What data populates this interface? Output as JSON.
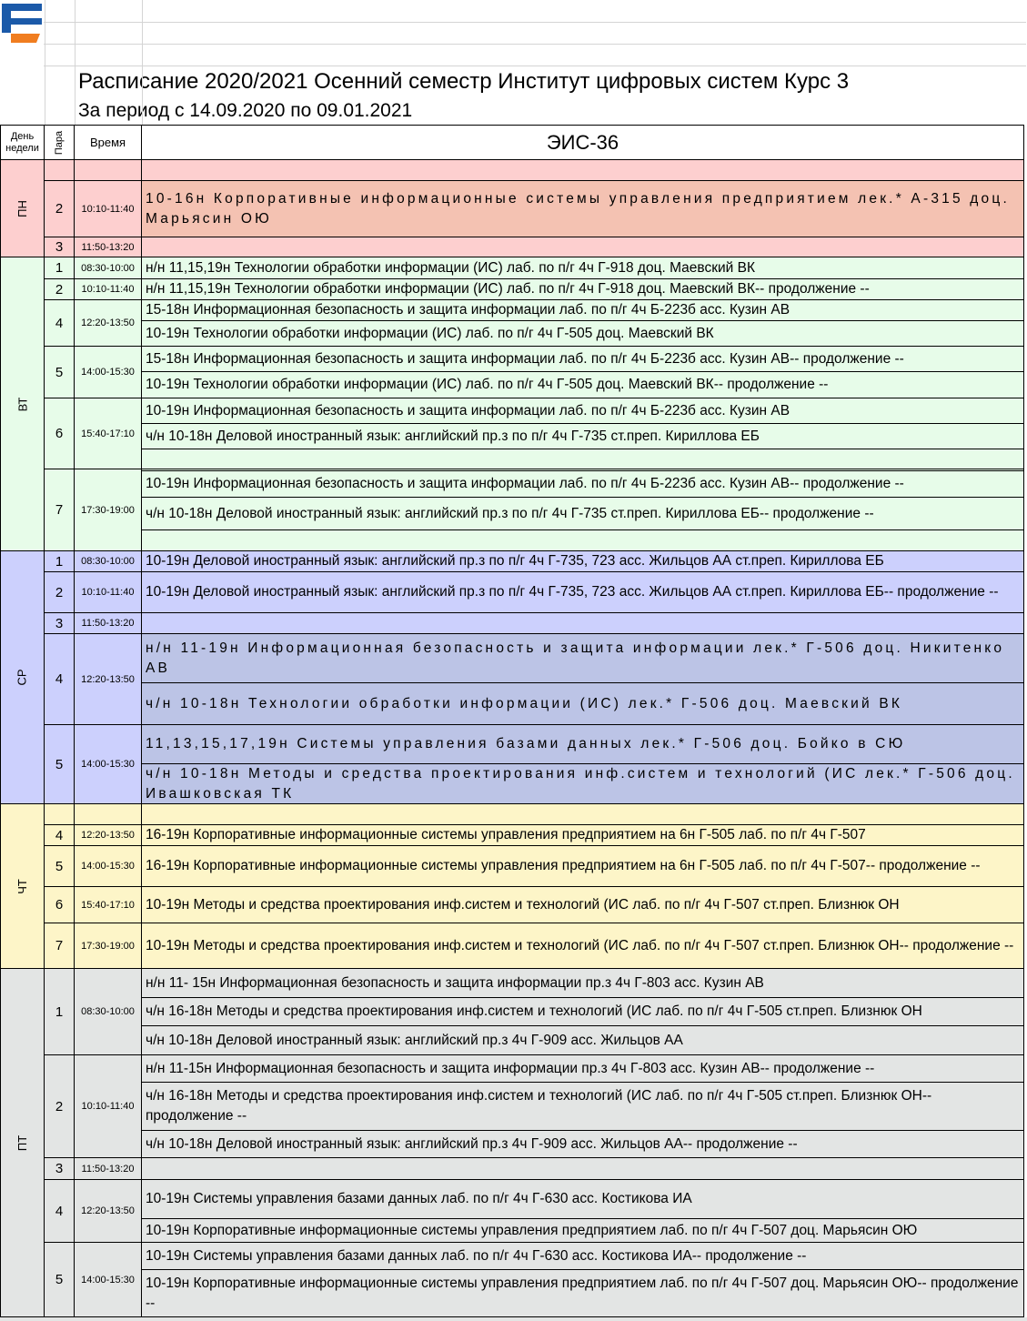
{
  "title": "Расписание 2020/2021 Осенний семестр Институт цифровых систем Курс 3",
  "subtitle": "За период с 14.09.2020 по 09.01.2021",
  "header": {
    "day_label": "День недели",
    "para_label": "Пара",
    "time_label": "Время",
    "group": "ЭИС-36"
  },
  "colors": {
    "mon": "#fdcfcf",
    "mon_lecture": "#f4c2b2",
    "tue": "#e7fce9",
    "wed": "#ccd0fd",
    "wed_lecture": "#bcc4e6",
    "thu": "#fdf5c8",
    "fri": "#e3e5e4",
    "logo_blue": "#1b5aa9",
    "logo_orange": "#f07d20"
  },
  "days": [
    {
      "day": "ПН",
      "slots": [
        {
          "num": "",
          "time": "",
          "entries": [
            ""
          ]
        },
        {
          "num": "2",
          "time": "10:10-11:40",
          "entries": [
            "10-16н Корпоративные информационные системы управления предприятием лек.* А-315 доц. Марьясин ОЮ"
          ]
        },
        {
          "num": "3",
          "time": "11:50-13:20",
          "entries": [
            ""
          ]
        }
      ]
    },
    {
      "day": "ВТ",
      "slots": [
        {
          "num": "1",
          "time": "08:30-10:00",
          "entries": [
            "н/н 11,15,19н Технологии обработки информации (ИС) лаб. по п/г 4ч Г-918 доц. Маевский ВК"
          ]
        },
        {
          "num": "2",
          "time": "10:10-11:40",
          "entries": [
            "н/н 11,15,19н Технологии обработки информации (ИС) лаб. по п/г 4ч Г-918 доц. Маевский ВК-- продолжение --"
          ]
        },
        {
          "num": "4",
          "time": "12:20-13:50",
          "entries": [
            "15-18н Информационная безопасность и защита информации лаб. по п/г 4ч Б-223б асс. Кузин АВ",
            "10-19н Технологии обработки информации (ИС) лаб. по п/г 4ч Г-505 доц. Маевский ВК"
          ]
        },
        {
          "num": "5",
          "time": "14:00-15:30",
          "entries": [
            "15-18н Информационная безопасность и защита информации лаб. по п/г 4ч Б-223б асс. Кузин АВ-- продолжение --",
            "10-19н Технологии обработки информации (ИС) лаб. по п/г 4ч Г-505 доц. Маевский ВК-- продолжение --"
          ]
        },
        {
          "num": "6",
          "time": "15:40-17:10",
          "entries": [
            "10-19н Информационная безопасность и защита информации лаб. по п/г 4ч Б-223б асс. Кузин АВ",
            "ч/н 10-18н Деловой иностранный язык: английский пр.з по п/г 4ч Г-735 ст.преп. Кириллова ЕБ",
            ""
          ]
        },
        {
          "num": "7",
          "time": "17:30-19:00",
          "entries": [
            "",
            "10-19н Информационная безопасность и защита информации лаб. по п/г 4ч Б-223б асс. Кузин АВ-- продолжение --",
            "ч/н 10-18н Деловой иностранный язык: английский пр.з по п/г 4ч Г-735 ст.преп. Кириллова ЕБ-- продолжение --",
            ""
          ]
        }
      ]
    },
    {
      "day": "СР",
      "slots": [
        {
          "num": "1",
          "time": "08:30-10:00",
          "entries": [
            "10-19н Деловой иностранный язык: английский пр.з по п/г 4ч Г-735, 723 асс. Жильцов АА ст.преп. Кириллова ЕБ"
          ]
        },
        {
          "num": "2",
          "time": "10:10-11:40",
          "entries": [
            "10-19н Деловой иностранный язык: английский пр.з по п/г 4ч Г-735, 723 асс. Жильцов АА ст.преп. Кириллова ЕБ-- продолжение --"
          ]
        },
        {
          "num": "3",
          "time": "11:50-13:20",
          "entries": [
            ""
          ]
        },
        {
          "num": "4",
          "time": "12:20-13:50",
          "entries": [
            "н/н 11-19н Информационная безопасность и защита информации лек.* Г-506 доц. Никитенко АВ",
            "ч/н 10-18н Технологии обработки информации (ИС) лек.* Г-506 доц. Маевский ВК"
          ]
        },
        {
          "num": "5",
          "time": "14:00-15:30",
          "entries": [
            "11,13,15,17,19н Системы управления базами данных лек.* Г-506 доц. Бойко в СЮ",
            "ч/н 10-18н Методы и средства проектирования инф.систем и технологий (ИС лек.* Г-506 доц. Ивашковская ТК"
          ]
        }
      ]
    },
    {
      "day": "ЧТ",
      "slots": [
        {
          "num": "",
          "time": "",
          "entries": [
            ""
          ]
        },
        {
          "num": "4",
          "time": "12:20-13:50",
          "entries": [
            "16-19н Корпоративные информационные системы управления предприятием на 6н Г-505 лаб. по п/г 4ч Г-507"
          ]
        },
        {
          "num": "5",
          "time": "14:00-15:30",
          "entries": [
            "16-19н Корпоративные информационные системы управления предприятием на 6н Г-505 лаб. по п/г 4ч Г-507-- продолжение --"
          ]
        },
        {
          "num": "6",
          "time": "15:40-17:10",
          "entries": [
            "10-19н Методы и средства проектирования инф.систем и технологий (ИС лаб. по п/г 4ч Г-507 ст.преп. Близнюк ОН"
          ]
        },
        {
          "num": "7",
          "time": "17:30-19:00",
          "entries": [
            "10-19н Методы и средства проектирования инф.систем и технологий (ИС лаб. по п/г 4ч Г-507 ст.преп. Близнюк ОН-- продолжение --"
          ]
        }
      ]
    },
    {
      "day": "ПТ",
      "slots": [
        {
          "num": "1",
          "time": "08:30-10:00",
          "entries": [
            "н/н 11- 15н Информационная безопасность и защита информации пр.з 4ч Г-803 асс. Кузин АВ",
            "ч/н 16-18н Методы и средства проектирования инф.систем и технологий (ИС лаб. по п/г 4ч Г-505 ст.преп. Близнюк ОН",
            "ч/н 10-18н Деловой иностранный язык: английский пр.з 4ч Г-909 асс. Жильцов АА"
          ]
        },
        {
          "num": "2",
          "time": "10:10-11:40",
          "entries": [
            "н/н 11-15н Информационная безопасность и защита информации пр.з 4ч Г-803 асс. Кузин АВ-- продолжение --",
            "ч/н 16-18н Методы и средства проектирования инф.систем и технологий (ИС лаб. по п/г 4ч Г-505 ст.преп. Близнюк ОН-- продолжение --",
            "ч/н 10-18н Деловой иностранный язык: английский пр.з 4ч Г-909 асс. Жильцов АА-- продолжение --"
          ]
        },
        {
          "num": "3",
          "time": "11:50-13:20",
          "entries": [
            ""
          ]
        },
        {
          "num": "4",
          "time": "12:20-13:50",
          "entries": [
            "10-19н Системы управления базами данных лаб. по п/г 4ч Г-630 асс. Костикова ИА",
            "10-19н Корпоративные информационные системы управления предприятием лаб. по п/г 4ч Г-507 доц. Марьясин ОЮ"
          ]
        },
        {
          "num": "5",
          "time": "14:00-15:30",
          "entries": [
            "10-19н Системы управления базами данных лаб. по п/г 4ч Г-630 асс. Костикова ИА-- продолжение --",
            "10-19н Корпоративные информационные системы управления предприятием лаб. по п/г 4ч Г-507 доц. Марьясин ОЮ-- продолжение --"
          ]
        }
      ]
    }
  ]
}
